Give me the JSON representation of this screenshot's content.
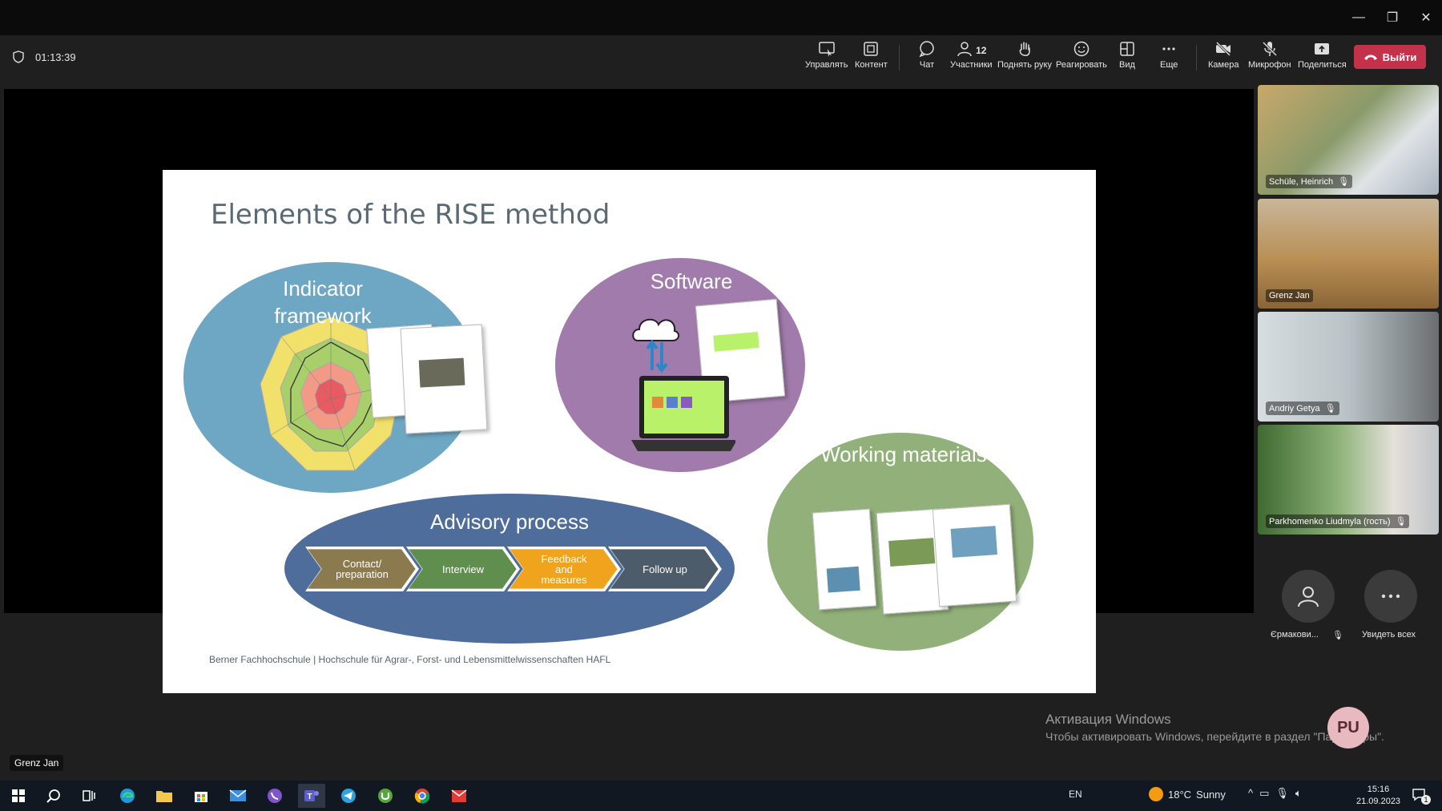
{
  "meeting": {
    "timer": "01:13:39",
    "toolbar": [
      {
        "id": "manage",
        "label": "Управлять",
        "icon": "manage-icon"
      },
      {
        "id": "content",
        "label": "Контент",
        "icon": "content-icon"
      },
      {
        "id": "chat",
        "label": "Чат",
        "icon": "chat-icon"
      },
      {
        "id": "participants",
        "label": "Участники",
        "icon": "people-icon",
        "count": "12"
      },
      {
        "id": "raise",
        "label": "Поднять руку",
        "icon": "hand-icon"
      },
      {
        "id": "react",
        "label": "Реагировать",
        "icon": "smile-icon"
      },
      {
        "id": "view",
        "label": "Вид",
        "icon": "layout-icon"
      },
      {
        "id": "more",
        "label": "Еще",
        "icon": "more-icon"
      },
      {
        "id": "camera",
        "label": "Камера",
        "icon": "camera-off-icon"
      },
      {
        "id": "mic",
        "label": "Микрофон",
        "icon": "mic-off-icon"
      },
      {
        "id": "share",
        "label": "Поделиться",
        "icon": "share-icon"
      }
    ],
    "leave_label": "Выйти",
    "leave_color": "#c4314b"
  },
  "slide": {
    "title": "Elements of the RISE method",
    "indicator_label_1": "Indicator",
    "indicator_label_2": "framework",
    "software_label": "Software",
    "working_label": "Working materials",
    "advisory_label": "Advisory process",
    "steps": [
      {
        "line1": "Contact/",
        "line2": "preparation",
        "line3": "",
        "color": "#8b7a4e"
      },
      {
        "line1": "Interview",
        "line2": "",
        "line3": "",
        "color": "#5f8e4f"
      },
      {
        "line1": "Feedback",
        "line2": "and",
        "line3": "measures",
        "color": "#f0a31c"
      },
      {
        "line1": "Follow up",
        "line2": "",
        "line3": "",
        "color": "#4d5c6a"
      }
    ],
    "footer": "Berner Fachhochschule | Hochschule für Agrar-, Forst- und Lebensmittelwissenschaften HAFL"
  },
  "participants": [
    {
      "name": "Schüle, Heinrich",
      "muted": true
    },
    {
      "name": "Grenz Jan",
      "muted": false
    },
    {
      "name": "Andriy Getya",
      "muted": true
    },
    {
      "name": "Parkhomenko Liudmyla (гость)",
      "muted": true
    }
  ],
  "extra_participant": "Єрмакови...",
  "see_all": "Увидеть всех",
  "windows_activation": {
    "title": "Активация Windows",
    "text": "Чтобы активировать Windows, перейдите в раздел \"Параметры\"."
  },
  "pu_badge": "PU",
  "active_speaker": "Grenz Jan",
  "taskbar": {
    "lang": "EN",
    "weather": "18°C",
    "weather_text": "Sunny",
    "time": "15:16",
    "date": "21.09.2023",
    "notif_count": "1"
  }
}
